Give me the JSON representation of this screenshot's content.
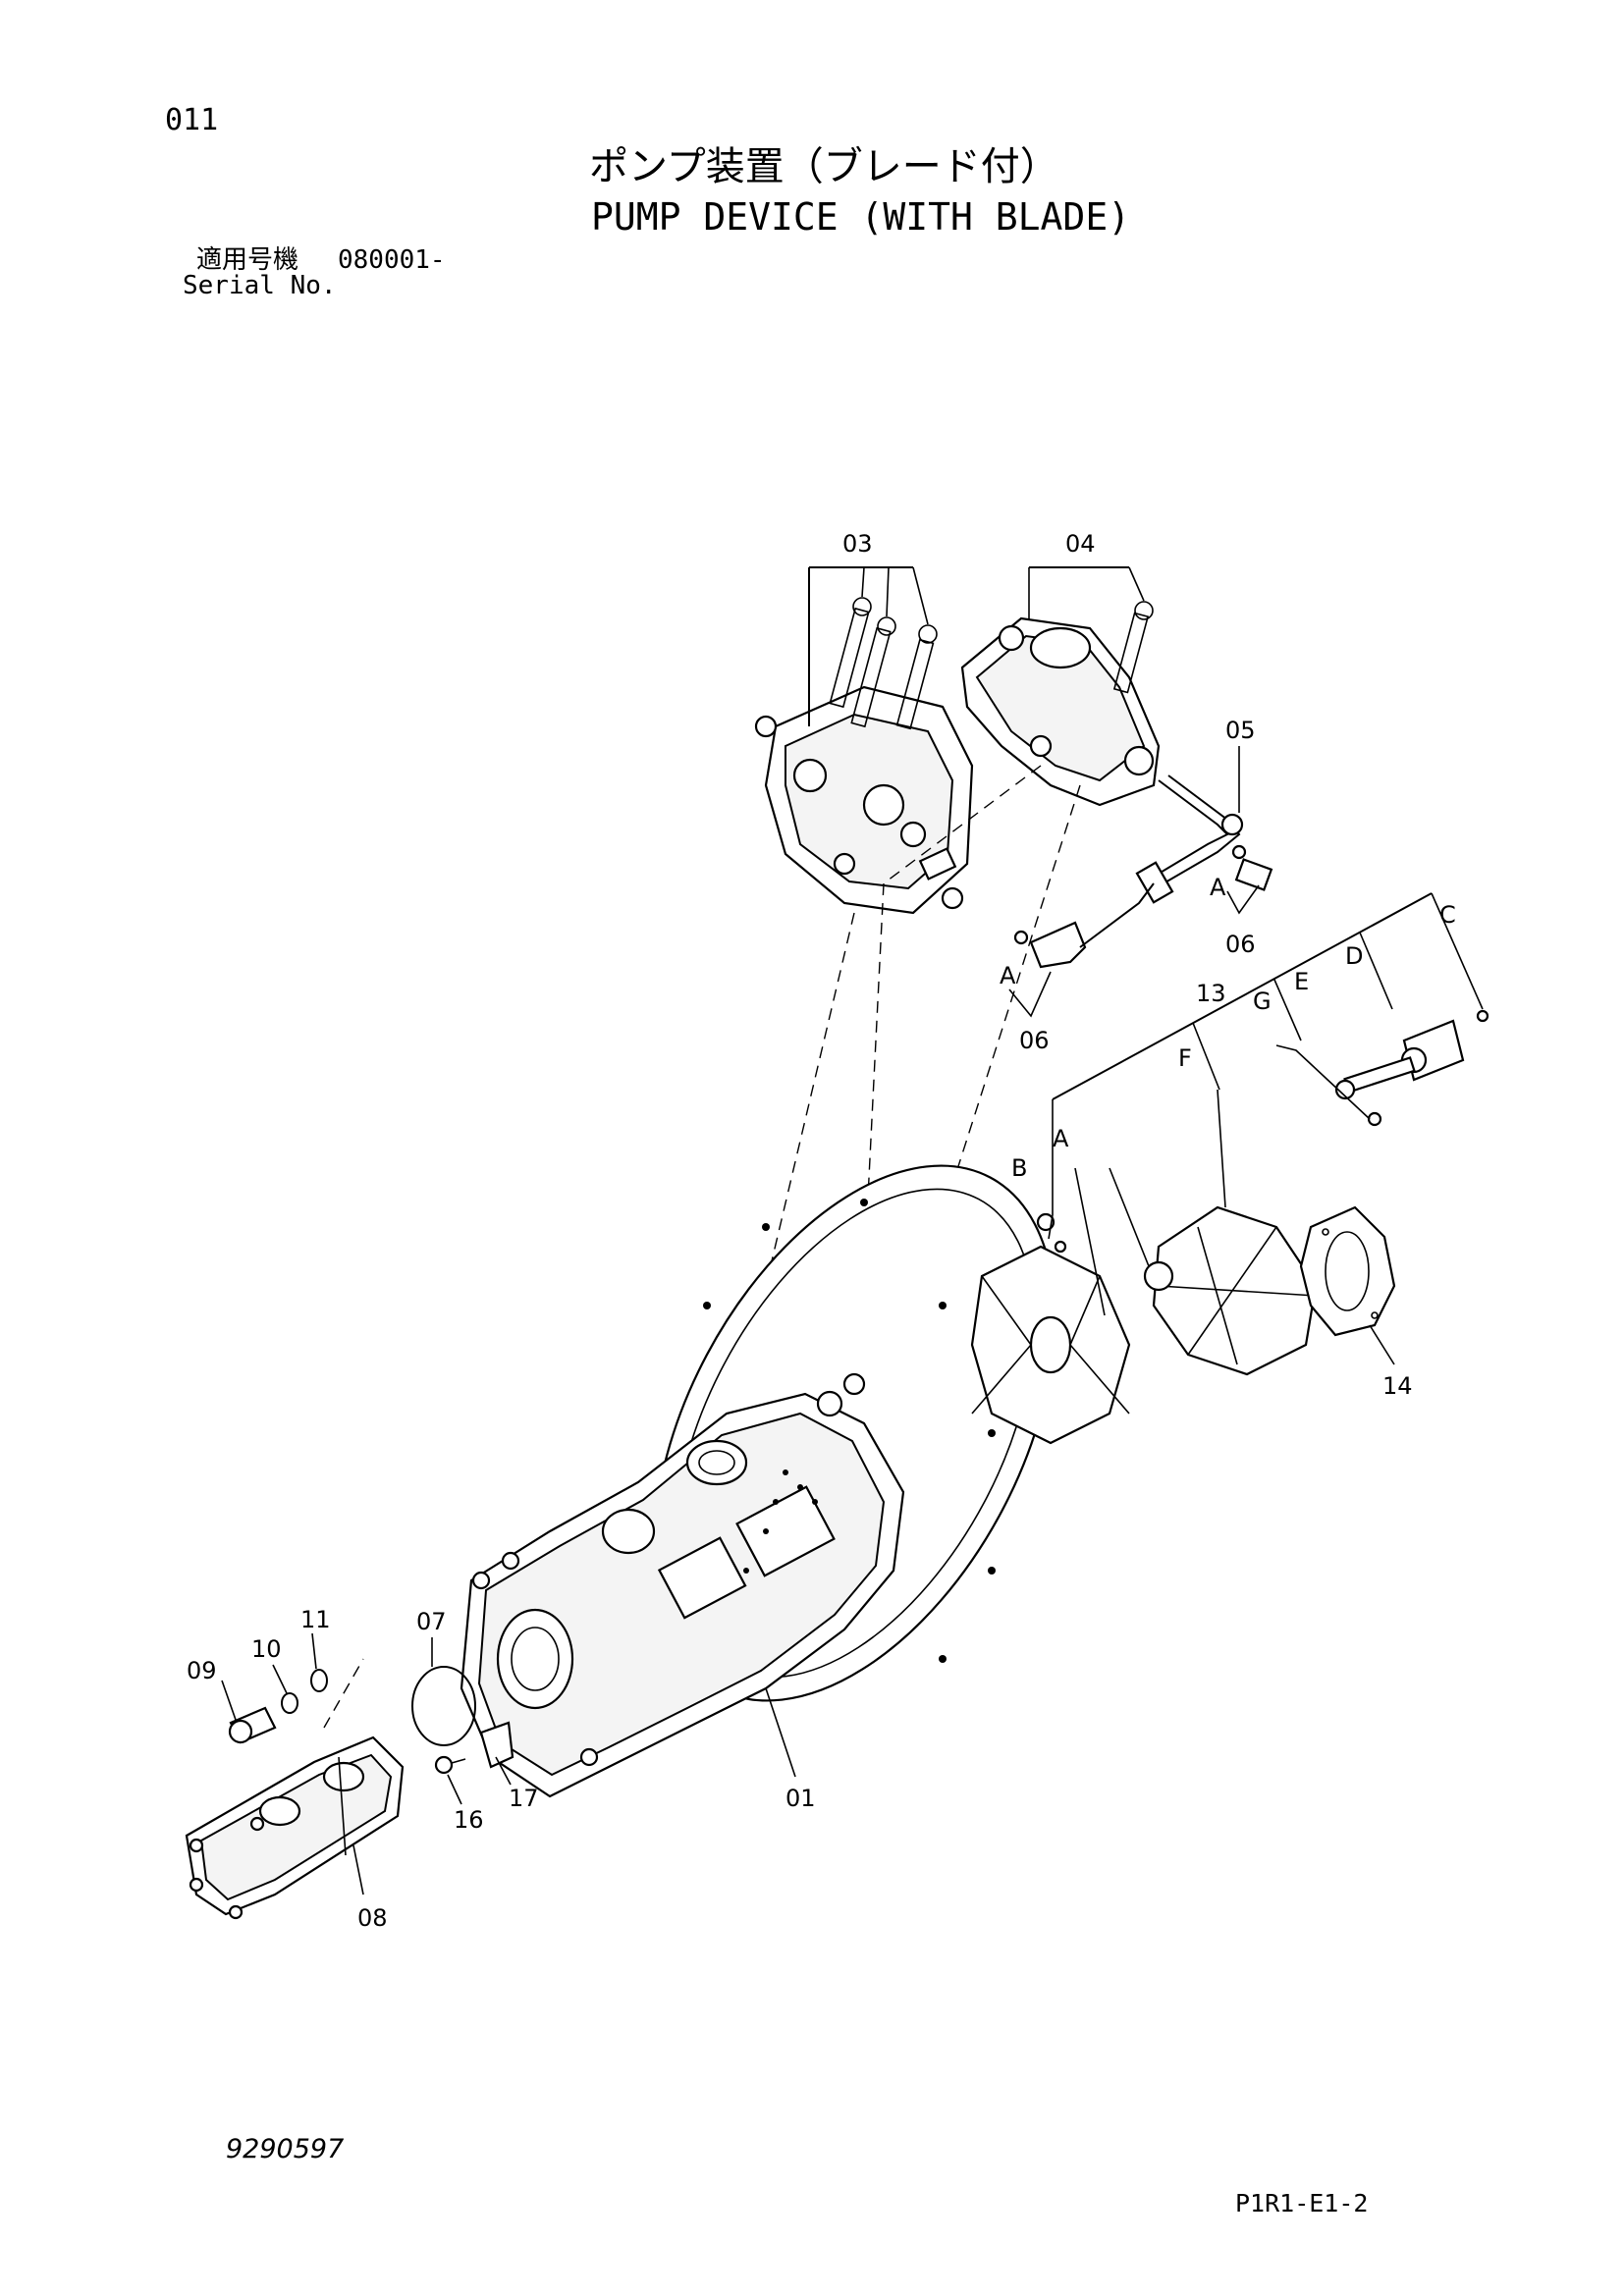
{
  "header": {
    "page_number": "011",
    "title_jp": "ポンプ装置（ブレード付）",
    "title_en": "PUMP DEVICE (WITH BLADE)",
    "serial_label_jp": "適用号機",
    "serial_value": "080001-",
    "serial_label_en": "Serial No."
  },
  "footer": {
    "doc_number": "9290597",
    "page_code": "P1R1-E1-2"
  },
  "callouts": {
    "c01": "01",
    "c03": "03",
    "c04": "04",
    "c05": "05",
    "c06a": "06",
    "c06b": "06",
    "c07": "07",
    "c08": "08",
    "c09": "09",
    "c10": "10",
    "c11": "11",
    "c13": "13",
    "c14": "14",
    "c16": "16",
    "c17": "17",
    "cA1": "A",
    "cA2": "A",
    "cA3": "A",
    "cB": "B",
    "cC": "C",
    "cD": "D",
    "cE": "E",
    "cF": "F",
    "cG": "G"
  }
}
